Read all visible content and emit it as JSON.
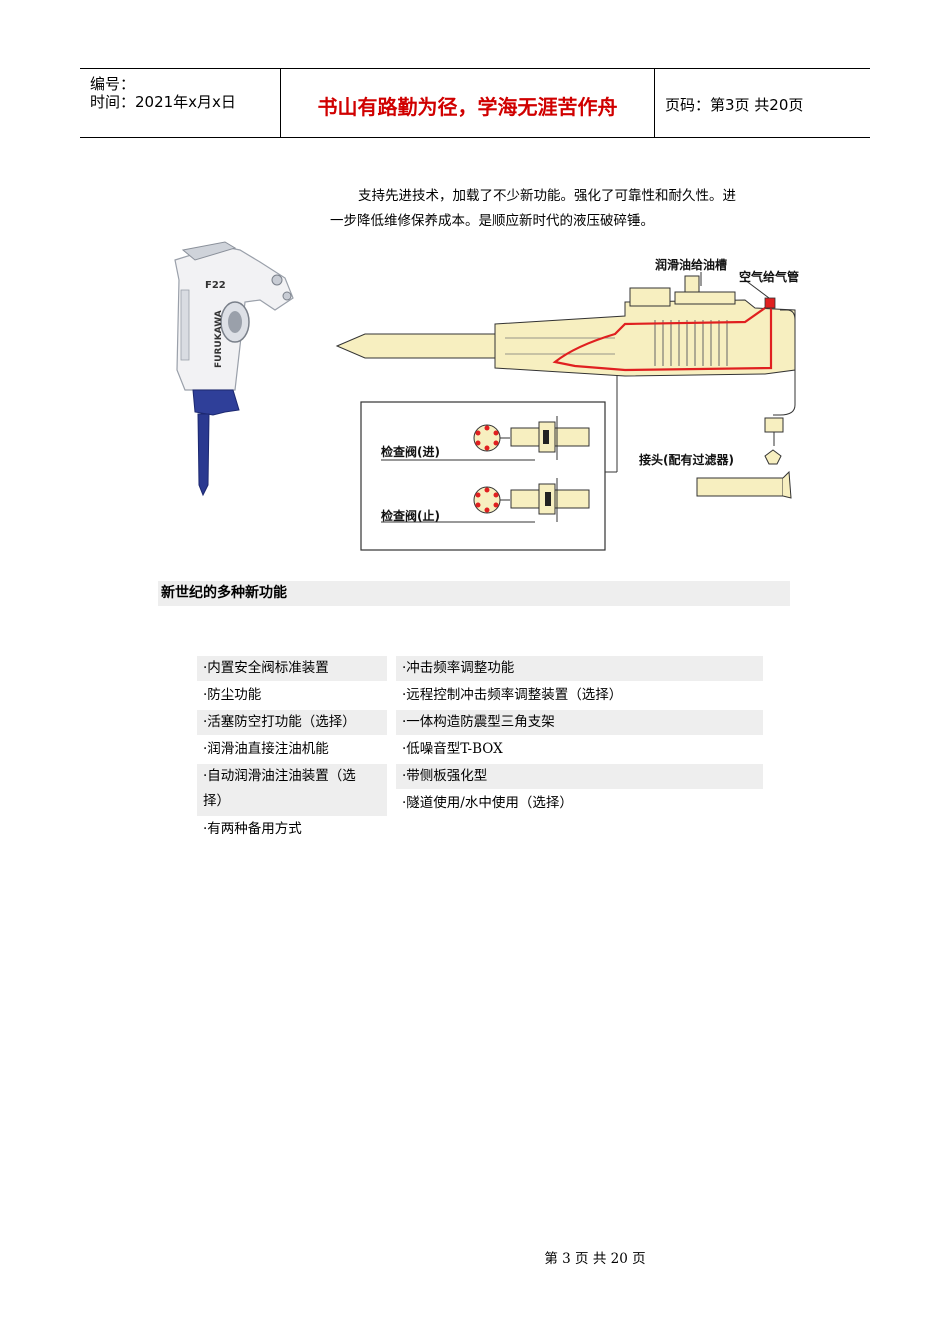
{
  "header": {
    "number_label": "编号：",
    "date_label": "时间：2021年x月x日",
    "motto": "书山有路勤为径，学海无涯苦作舟",
    "page_label": "页码：第3页  共20页"
  },
  "intro": {
    "line1": "支持先进技术，加载了不少新功能。强化了可靠性和耐久性。进",
    "line2": "一步降低维修保养成本。是顺应新时代的液压破碎锤。"
  },
  "hammer_image": {
    "model": "F22",
    "brand": "FURUKAWA"
  },
  "diagram": {
    "label_oil_groove": "润滑油给油槽",
    "label_air_pipe": "空气给气管",
    "label_check_in": "检查阀(进)",
    "label_check_stop": "检查阀(止)",
    "label_joint": "接头(配有过滤器)"
  },
  "section_title": "新世纪的多种新功能",
  "features": {
    "left": [
      "·内置安全阀标准装置",
      "·防尘功能",
      "·活塞防空打功能（选择）",
      "·润滑油直接注油机能",
      "·自动润滑油注油装置（选",
      "择）",
      "·有两种备用方式"
    ],
    "right": [
      "·冲击频率调整功能",
      "·远程控制冲击频率调整装置（选择）",
      "·一体构造防震型三角支架",
      "·低噪音型T-BOX",
      "·带侧板强化型",
      "·隧道使用/水中使用（选择）"
    ]
  },
  "footer": "第 3 页 共 20 页",
  "colors": {
    "motto": "#d00000",
    "diagram_fill": "#f7efc0",
    "oil_line": "#e02020"
  }
}
